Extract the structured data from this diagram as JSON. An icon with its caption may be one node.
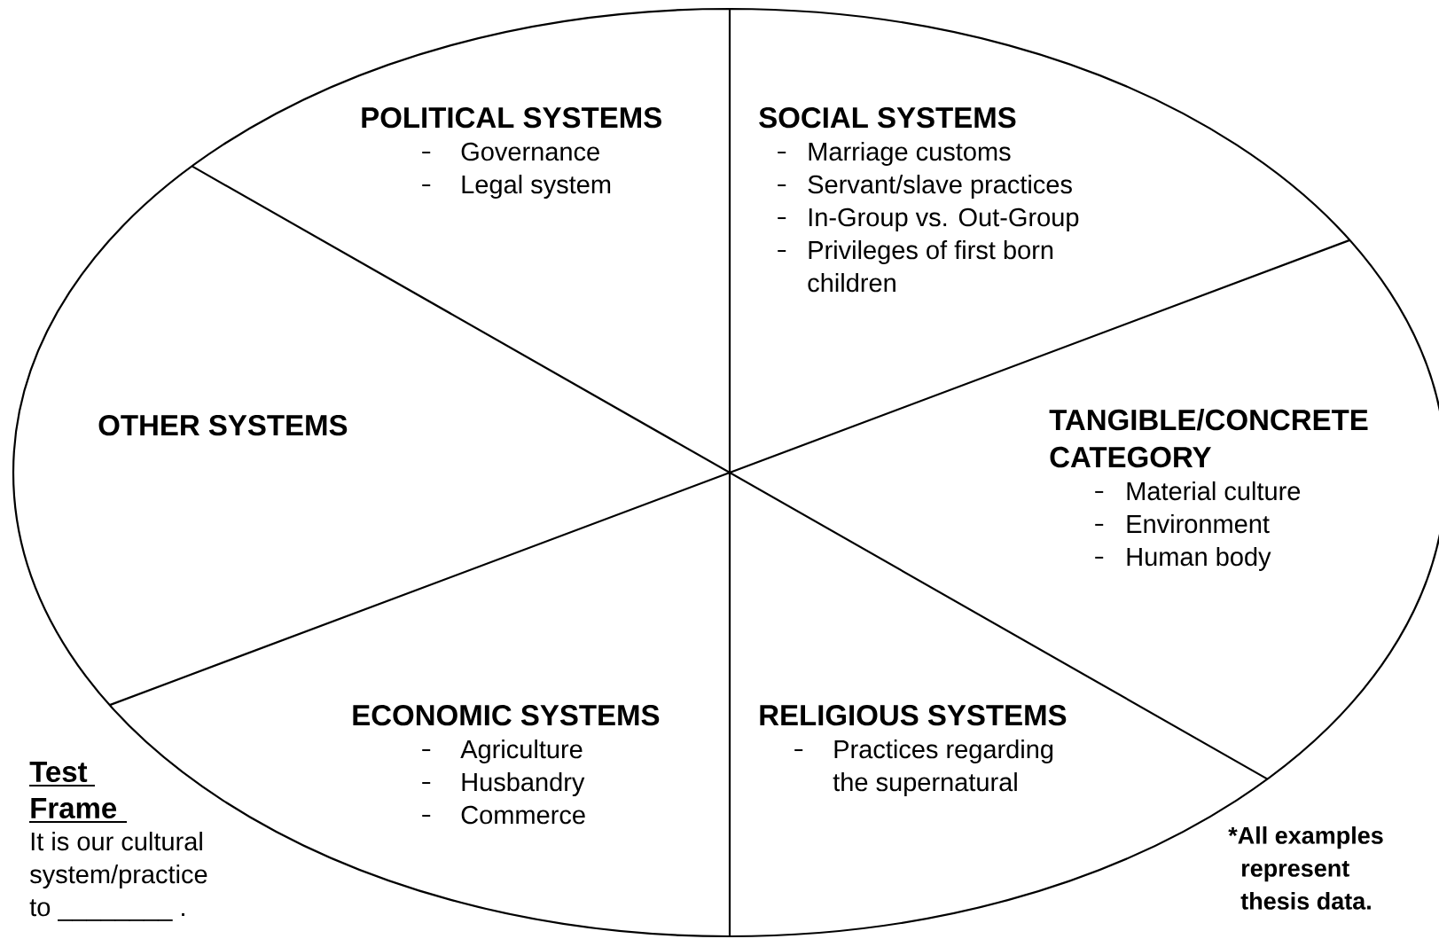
{
  "diagram": {
    "nodes": [
      {
        "text": [
          "POLITICAL SYSTEMS",
          "Governance",
          "Legal system"
        ]
      },
      {
        "text": [
          "SOCIAL SYSTEMS",
          "Marriage customs",
          "Servant/slave practices",
          "In-Group vs. Out-Group",
          "Privileges of first born children"
        ]
      },
      {
        "text": [
          "OTHER SYSTEMS"
        ]
      },
      {
        "text": [
          "TANGIBLE/CONCRETE CATEGORY",
          "Material culture",
          "Environment",
          "Human body"
        ]
      },
      {
        "text": [
          "ECONOMIC SYSTEMS",
          "Agriculture",
          "Husbandry",
          "Commerce"
        ]
      },
      {
        "text": [
          "RELIGIOUS SYSTEMS",
          "Practices regarding the supernatural"
        ]
      }
    ],
    "labels": [
      "Test Frame",
      "It is our cultural system/practice to ________ .",
      "*All examples represent thesis data."
    ]
  }
}
